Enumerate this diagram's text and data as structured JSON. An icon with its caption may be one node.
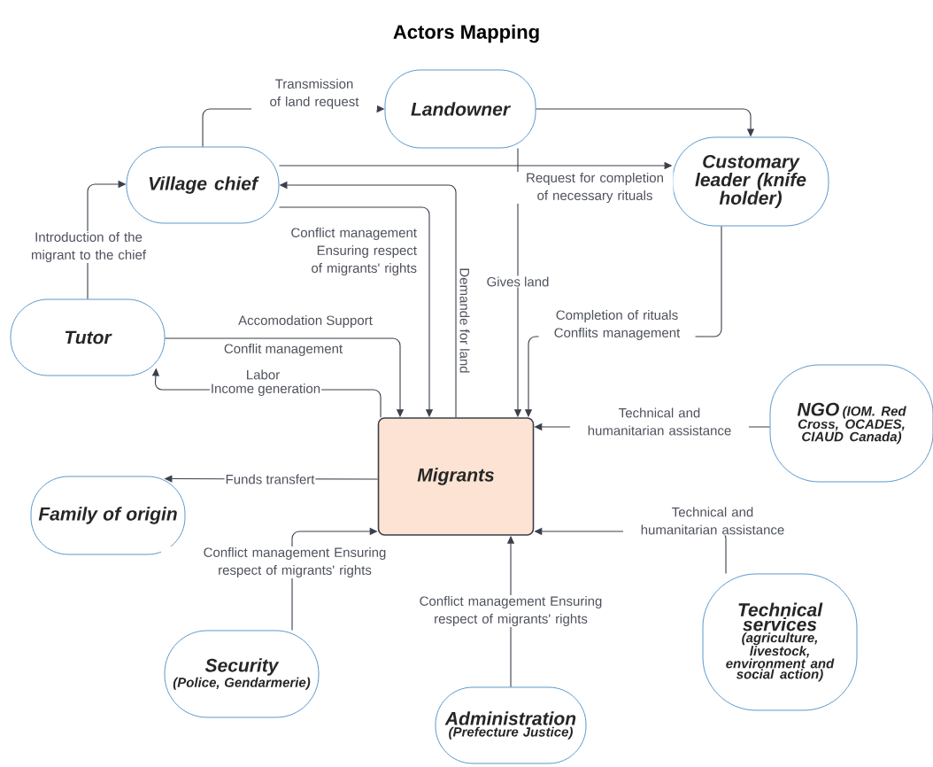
{
  "diagram": {
    "title": "Actors Mapping",
    "nodes": [
      {
        "text": [
          "Landowner"
        ]
      },
      {
        "text": [
          "Village chief"
        ]
      },
      {
        "text": [
          "Customary leader (knife holder)"
        ]
      },
      {
        "text": [
          "Tutor"
        ]
      },
      {
        "text": [
          "Migrants"
        ]
      },
      {
        "text": [
          "NGO",
          "(IOM. Red Cross, OCADES, CIAUD Canada)"
        ]
      },
      {
        "text": [
          "Family of origin"
        ]
      },
      {
        "text": [
          "Security",
          "(Police, Gendarmerie)"
        ]
      },
      {
        "text": [
          "Administration",
          "(Prefecture Justice)"
        ]
      },
      {
        "text": [
          "Technical services",
          "(agriculture, livestock, environment and social action)"
        ]
      }
    ],
    "edges": [
      {
        "from": 1,
        "to": 0,
        "arrow": "to",
        "label": "Transmission of land request"
      },
      {
        "from": 0,
        "to": 2,
        "arrow": "to"
      },
      {
        "from": 1,
        "to": 2,
        "arrow": "to",
        "label": "Request for completion of necessary rituals"
      },
      {
        "from": 0,
        "to": 4,
        "arrow": "to",
        "label": "Gives land"
      },
      {
        "from": 4,
        "to": 1,
        "arrow": "to",
        "label": "Demande for land"
      },
      {
        "from": 1,
        "to": 4,
        "arrow": "to",
        "label": "Conflict management Ensuring respect of migrants' rights"
      },
      {
        "from": 3,
        "to": 1,
        "arrow": "to",
        "label": "Introduction of the migrant to the chief"
      },
      {
        "from": 3,
        "to": 4,
        "arrow": "to",
        "label": "Accomodation  Support"
      },
      {
        "from": 4,
        "to": 3,
        "arrow": "to",
        "label": "Income generation"
      },
      {
        "from": 2,
        "to": 4,
        "arrow": "to",
        "label": "Completion of rituals Conflits management"
      },
      {
        "from": 5,
        "to": 4,
        "arrow": "to",
        "label": "Technical and humanitarian assistance"
      },
      {
        "from": 4,
        "to": 6,
        "arrow": "to",
        "label": "Funds transfert"
      },
      {
        "from": 7,
        "to": 4,
        "arrow": "to",
        "label": "Conflict management Ensuring respect of migrants' rights"
      },
      {
        "from": 8,
        "to": 4,
        "arrow": "to",
        "label": "Conflict management Ensuring respect of migrants' rights"
      },
      {
        "from": 9,
        "to": 4,
        "arrow": "to",
        "label": "Technical and humanitarian assistance"
      }
    ],
    "labels": [
      "Conflit management",
      "Labor"
    ]
  }
}
